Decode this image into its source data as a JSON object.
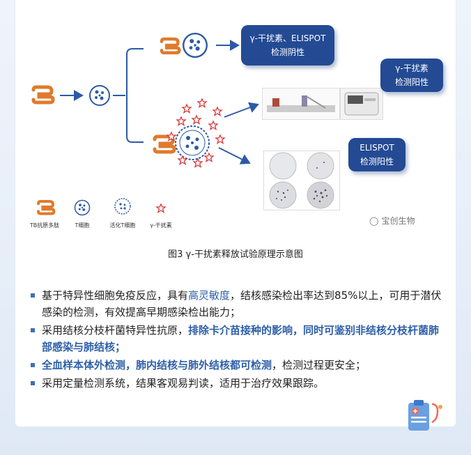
{
  "boxes": {
    "negative": {
      "line1": "γ-干扰素、ELISPOT",
      "line2": "检测阴性"
    },
    "positive1": {
      "line1": "γ-干扰素",
      "line2": "检测阳性"
    },
    "positive2": {
      "line1": "ELISPOT",
      "line2": "检测阳性"
    }
  },
  "legend": {
    "tb_antigen": "TB抗原多肽",
    "t_cell": "T细胞",
    "activated_t_cell": "活化T细胞",
    "ifn_gamma": "γ-干扰素"
  },
  "watermark": "宝创生物",
  "caption": "图3  γ-干扰素释放试验原理示意图",
  "bullets": [
    {
      "parts": [
        {
          "text": "基于特异性细胞免疫反应，具有",
          "style": "plain"
        },
        {
          "text": "高灵敏度",
          "style": "hl2"
        },
        {
          "text": "，结核感染检出率达到85%以上，可用于潜伏感染的检测，有效提高早期感染检出能力；",
          "style": "plain"
        }
      ]
    },
    {
      "parts": [
        {
          "text": "采用结核分枝杆菌特异性抗原，",
          "style": "plain"
        },
        {
          "text": "排除卡介苗接种的影响，同时可鉴别非结核分枝杆菌肺部感染与肺结核；",
          "style": "hl"
        }
      ]
    },
    {
      "parts": [
        {
          "text": "全血样本体外检测，肺内结核与肺外结核都可检测",
          "style": "hl"
        },
        {
          "text": "，检测过程更安全；",
          "style": "plain"
        }
      ]
    },
    {
      "parts": [
        {
          "text": "采用定量检测系统，结果客观易判读，适用于治疗效果跟踪。",
          "style": "plain"
        }
      ]
    }
  ],
  "colors": {
    "accent": "#234a93",
    "highlight": "#2e5fa8",
    "antigen": "#e07a2c",
    "ifn": "#d93a3a",
    "cell": "#2c5aa6"
  }
}
